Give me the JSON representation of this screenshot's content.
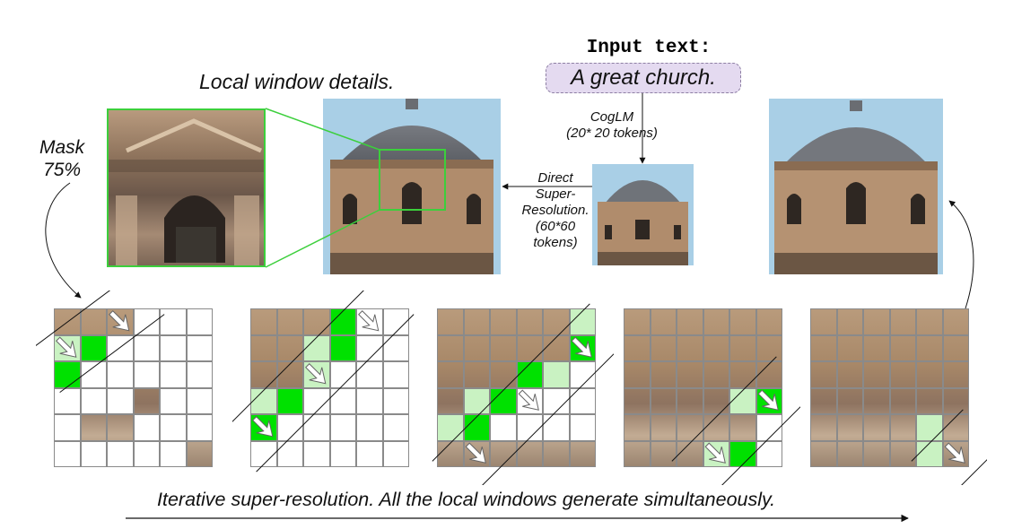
{
  "input": {
    "title": "Input text:",
    "prompt": "A great church."
  },
  "labels": {
    "local_window": "Local window details.",
    "mask_line1": "Mask",
    "mask_line2": "75%",
    "cog_line1": "CogLM",
    "cog_line2": "(20* 20 tokens)",
    "dsr_lines": [
      "Direct",
      "Super-",
      "Resolution.",
      "(60*60",
      "tokens)"
    ],
    "caption": "Iterative super-resolution. All the local windows generate simultaneously."
  },
  "colors": {
    "green": "#00e100",
    "light_green": "#c9f2c2",
    "frame_green": "#3ccf3c",
    "sky": "#a9cfe6",
    "stone": "#b08c6c"
  },
  "grids": [
    {
      "rows": [
        "SSSWWW",
        "LGWWWW",
        "GWWWWW",
        "WWWSWW",
        "WSSWWW",
        "WWWWWS"
      ],
      "arrows": [
        [
          0,
          2
        ],
        [
          1,
          0
        ]
      ]
    },
    {
      "rows": [
        "SSSGWW",
        "SSLGWW",
        "SSLWWW",
        "LGWWWW",
        "GWWWWW",
        "WWWWWW"
      ],
      "arrows": [
        [
          0,
          4
        ],
        [
          2,
          2
        ],
        [
          4,
          0
        ]
      ]
    },
    {
      "rows": [
        "SSSSSL",
        "SSSSSG",
        "SSSGLW",
        "SLGWWW",
        "LGWWWW",
        "SSSSSS"
      ],
      "arrows": [
        [
          1,
          5
        ],
        [
          3,
          3
        ],
        [
          5,
          1
        ]
      ]
    },
    {
      "rows": [
        "SSSSSS",
        "SSSSSS",
        "SSSSSS",
        "SSSSLG",
        "SSSSSW",
        "SSSLGW"
      ],
      "arrows": [
        [
          3,
          5
        ],
        [
          5,
          3
        ]
      ]
    },
    {
      "rows": [
        "SSSSSS",
        "SSSSSS",
        "SSSSSS",
        "SSSSSS",
        "SSSSLS",
        "SSSSLS"
      ],
      "arrows": [
        [
          5,
          5
        ]
      ]
    }
  ]
}
